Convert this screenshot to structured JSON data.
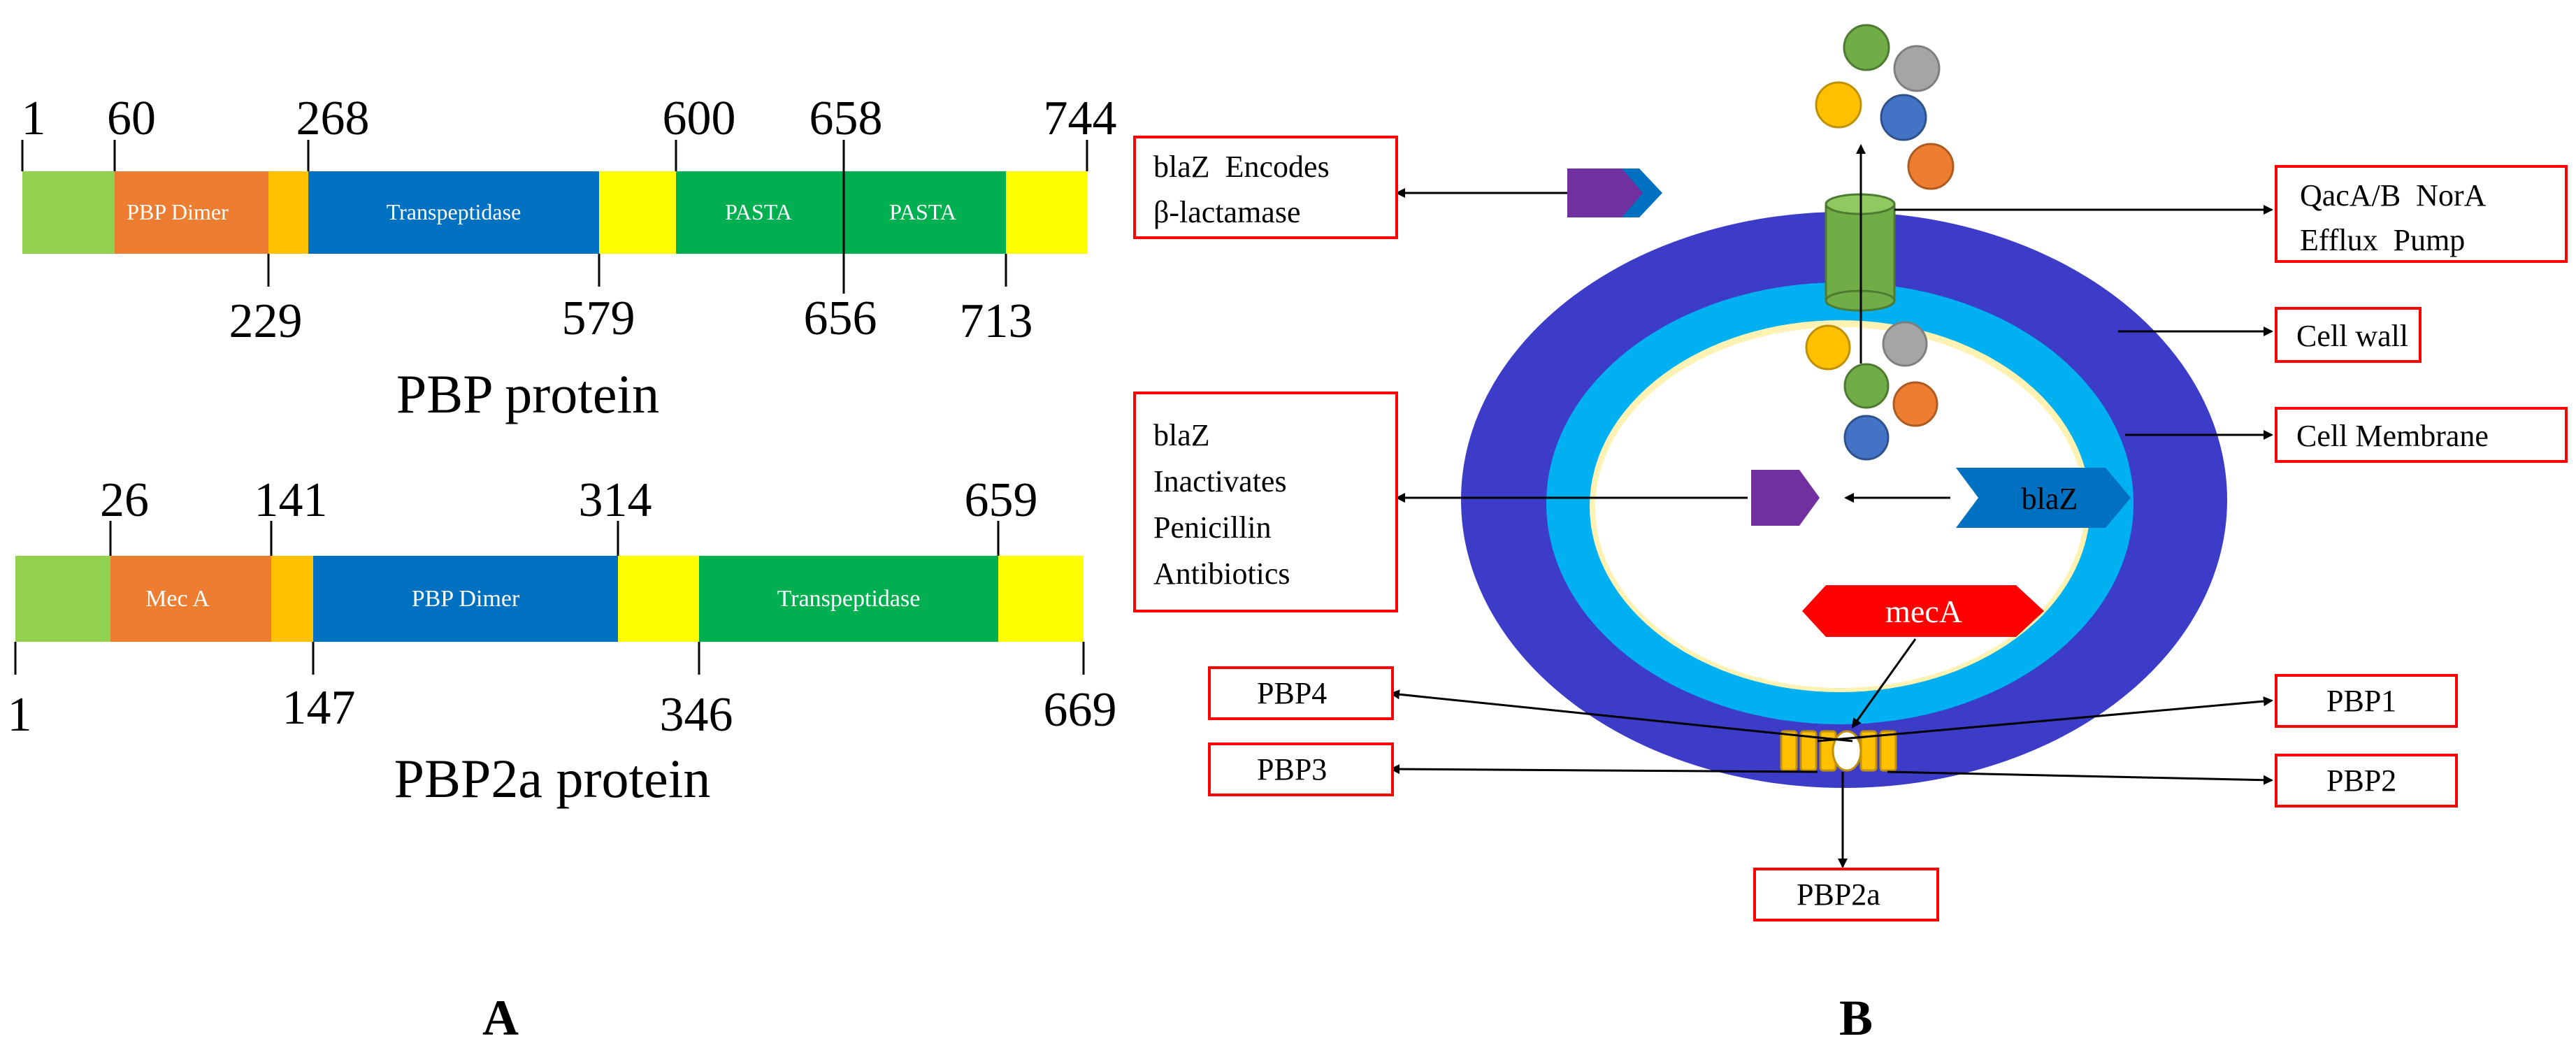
{
  "panel_a": {
    "label": "A",
    "pbp": {
      "caption": "PBP protein",
      "top_numbers": [
        "1",
        "60",
        "268",
        "600",
        "658",
        "744"
      ],
      "bottom_numbers": [
        "229",
        "579",
        "656",
        "713"
      ],
      "domains": {
        "dimer": "PBP Dimer",
        "transpeptidase": "Transpeptidase",
        "pasta1": "PASTA",
        "pasta2": "PASTA"
      }
    },
    "pbp2a": {
      "caption": "PBP2a protein",
      "top_numbers": [
        "26",
        "141",
        "314",
        "659"
      ],
      "bottom_numbers": [
        "1",
        "147",
        "346",
        "669"
      ],
      "domains": {
        "meca": "Mec A",
        "dimer": "PBP Dimer",
        "transpeptidase": "Transpeptidase"
      }
    }
  },
  "panel_b": {
    "label": "B",
    "boxes": {
      "blaz_encodes_1": "blaZ  Encodes",
      "blaz_encodes_2": "β-lactamase",
      "qac_1": "QacA/B  NorA",
      "qac_2": "Efflux  Pump",
      "cell_wall": "Cell wall",
      "cell_membrane": "Cell Membrane",
      "blaz_inact_1": "blaZ",
      "blaz_inact_2": "Inactivates",
      "blaz_inact_3": "Penicillin",
      "blaz_inact_4": "Antibiotics",
      "pbp4": "PBP4",
      "pbp3": "PBP3",
      "pbp1": "PBP1",
      "pbp2": "PBP2",
      "pbp2a": "PBP2a"
    },
    "gene_labels": {
      "blaz": "blaZ",
      "meca": "mecA"
    }
  },
  "colors": {
    "light_green": "#92D050",
    "orange": "#ED7D31",
    "amber": "#FFC000",
    "blue": "#0070C0",
    "yellow": "#FFFF00",
    "green": "#00B050",
    "red": "#FF0000",
    "purple": "#7030A0",
    "cell_wall": "#3C3CC8",
    "membrane": "#00B0F0"
  }
}
